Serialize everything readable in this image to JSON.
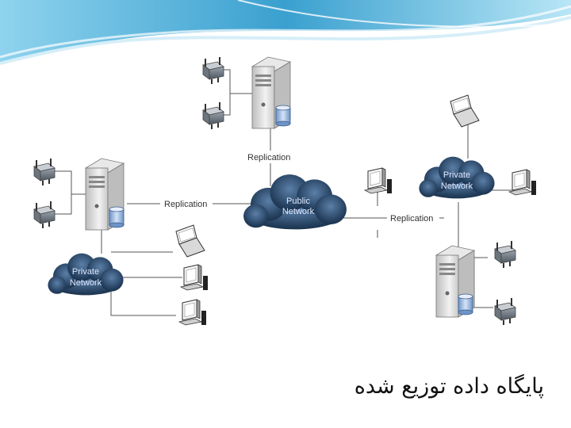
{
  "slide": {
    "title": "پایگاه داده توزیع شده"
  },
  "diagram": {
    "clouds": [
      {
        "id": "public",
        "line1": "Public",
        "line2": "Network"
      },
      {
        "id": "private-right",
        "line1": "Private",
        "line2": "Network"
      },
      {
        "id": "private-left",
        "line1": "Private",
        "line2": "Network"
      }
    ],
    "links": [
      {
        "id": "replication-top",
        "label": "Replication"
      },
      {
        "id": "replication-left",
        "label": "Replication"
      },
      {
        "id": "replication-right",
        "label": "Replication"
      }
    ],
    "icons": {
      "server": "database-server-icon",
      "router": "router-icon",
      "laptop": "laptop-icon",
      "desktop": "desktop-computer-icon",
      "cloud": "network-cloud-icon"
    }
  },
  "colors": {
    "header_blue": "#3aa0cf",
    "cloud_dark": "#1c3550",
    "cloud_light": "#4b6e93",
    "line": "#555555"
  }
}
